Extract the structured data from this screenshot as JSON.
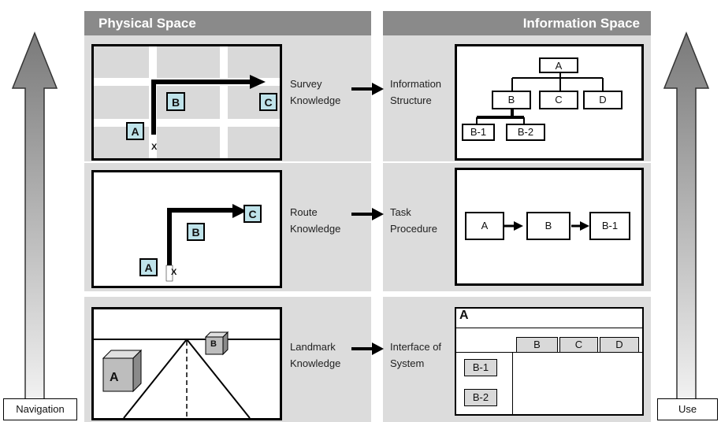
{
  "headers": {
    "physical": "Physical Space",
    "information": "Information Space"
  },
  "side_labels": {
    "left": "Navigation",
    "right": "Use"
  },
  "rows": {
    "survey": {
      "left_label": [
        "Survey",
        "Knowledge"
      ],
      "right_label": [
        "Information",
        "Structure"
      ]
    },
    "route": {
      "left_label": [
        "Route",
        "Knowledge"
      ],
      "right_label": [
        "Task",
        "Procedure"
      ]
    },
    "landmark": {
      "left_label": [
        "Landmark",
        "Knowledge"
      ],
      "right_label": [
        "Interface of",
        "System"
      ]
    }
  },
  "markers": {
    "a": "A",
    "b": "B",
    "c": "C",
    "x": "X"
  },
  "tree": {
    "root": "A",
    "level1": [
      "B",
      "C",
      "D"
    ],
    "level2": [
      "B-1",
      "B-2"
    ]
  },
  "procedure": [
    "A",
    "B",
    "B-1"
  ],
  "interface": {
    "title": "A",
    "tabs": [
      "B",
      "C",
      "D"
    ],
    "side_items": [
      "B-1",
      "B-2"
    ]
  },
  "colors": {
    "header_bg": "#8a8a8a",
    "panel_bg": "#dcdcdc",
    "marker_fill": "#bfe3ea"
  }
}
